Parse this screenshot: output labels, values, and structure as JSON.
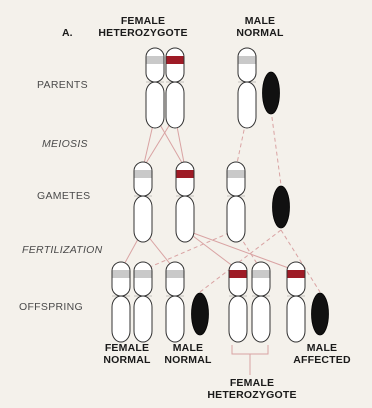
{
  "panel_label": "A.",
  "headers": {
    "female_heterozygote": "FEMALE\nHETEROZYGOTE",
    "male_normal": "MALE\nNORMAL"
  },
  "rows": {
    "parents": "PARENTS",
    "gametes": "GAMETES",
    "offspring": "OFFSPRING"
  },
  "steps": {
    "meiosis": "MEIOSIS",
    "fertilization": "FERTILIZATION"
  },
  "offspring_labels": {
    "female_normal": "FEMALE\nNORMAL",
    "male_normal": "MALE\nNORMAL",
    "male_affected": "MALE\nAFFECTED",
    "female_heterozygote": "FEMALE\nHETEROZYGOTE"
  },
  "colors": {
    "normal_band": "#c9c9c9",
    "mutant_band": "#9e1b26",
    "y_chromosome": "#111111",
    "outline": "#333333",
    "arrow": "#d9a3a3"
  }
}
